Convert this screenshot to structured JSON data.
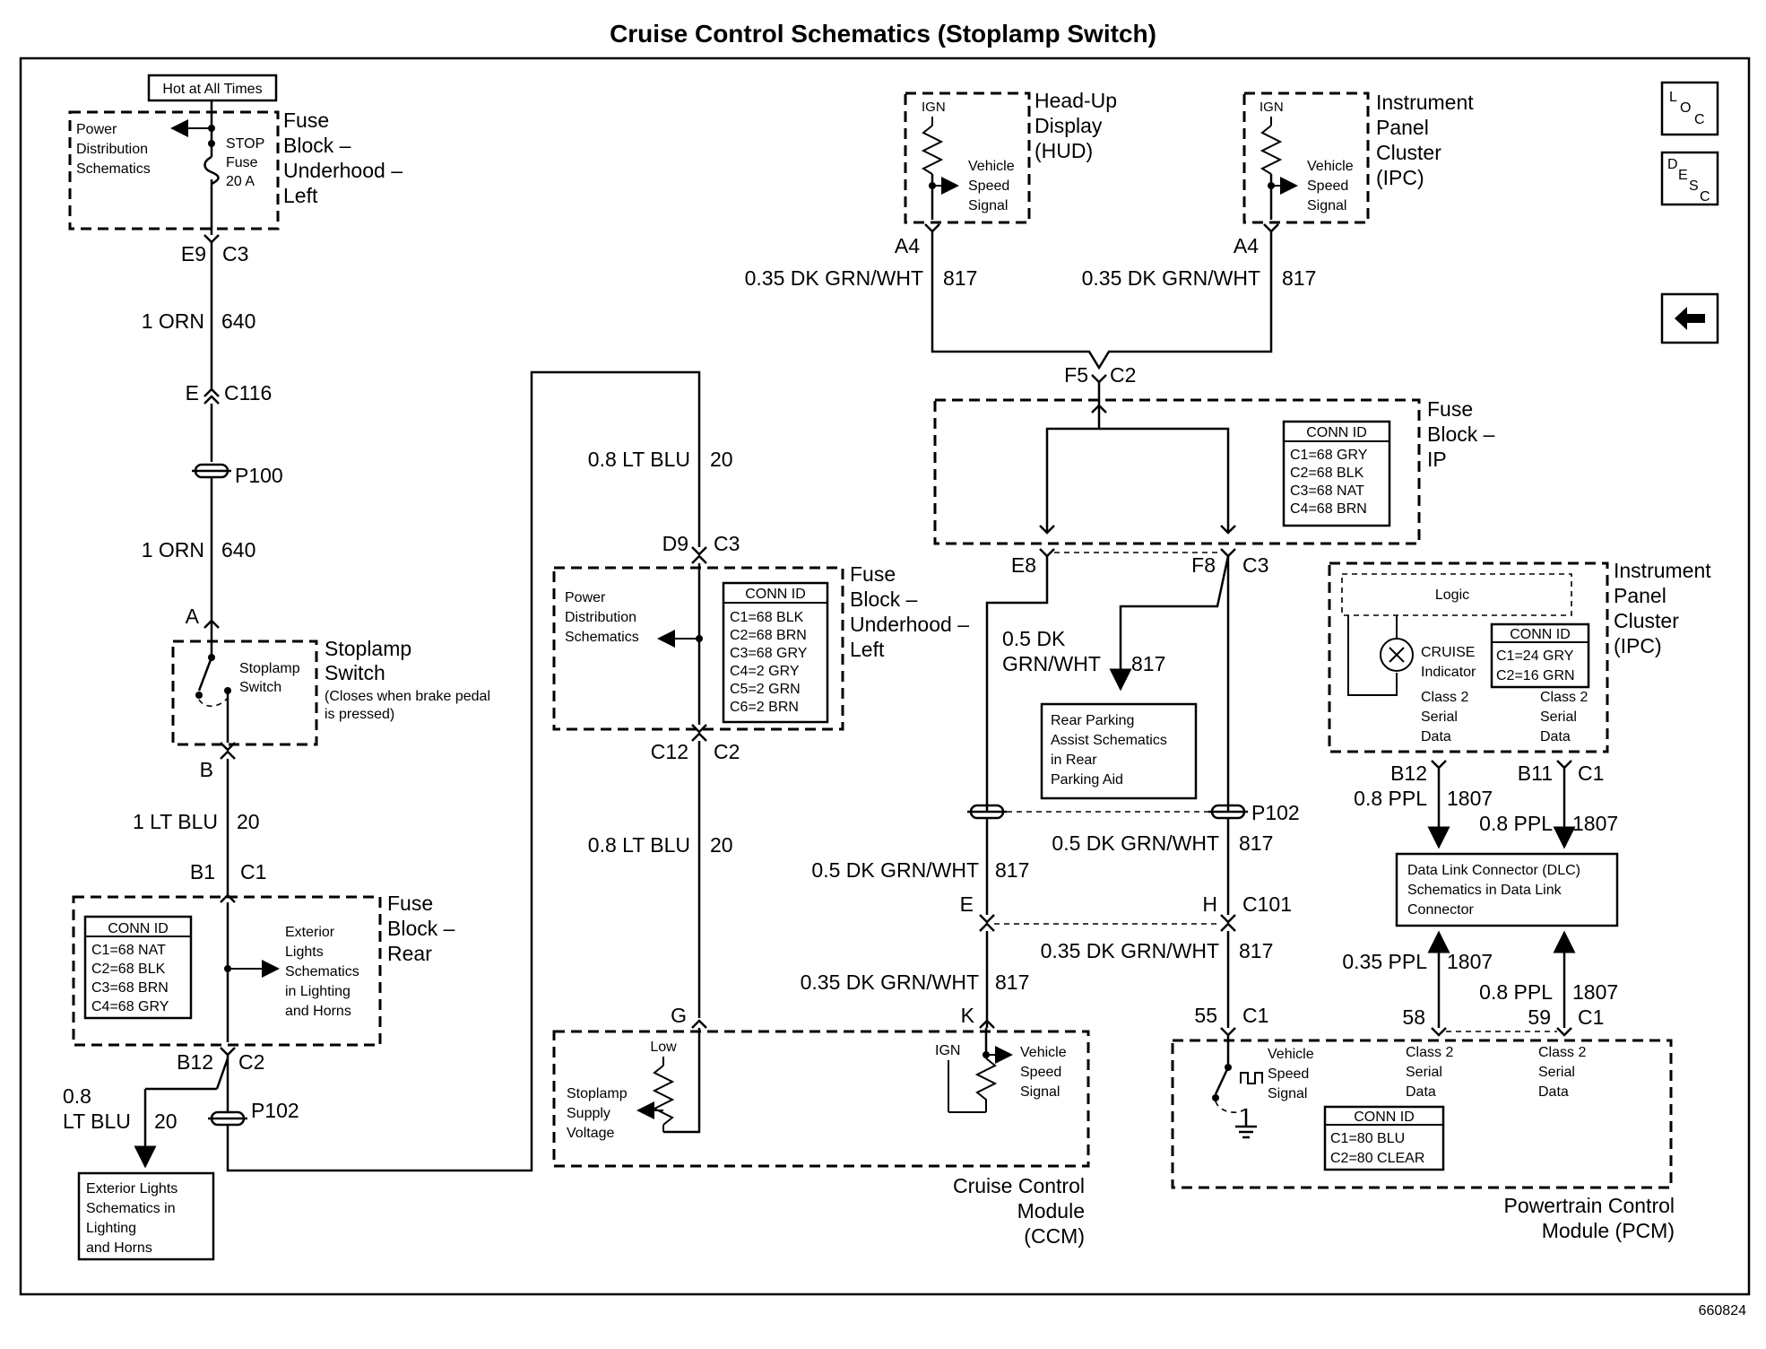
{
  "title": "Cruise Control Schematics (Stoplamp Switch)",
  "figure_id": "660824",
  "nav": {
    "loc": [
      "L",
      "O",
      "C"
    ],
    "desc": [
      "D",
      "E",
      "S",
      "C"
    ]
  },
  "fuse_block_underhood_left": {
    "hot_label": "Hot at All Times",
    "power_dist": [
      "Power",
      "Distribution",
      "Schematics"
    ],
    "fuse": [
      "STOP",
      "Fuse",
      "20 A"
    ],
    "label": [
      "Fuse",
      "Block –",
      "Underhood –",
      "Left"
    ]
  },
  "left_chain": {
    "e9": "E9",
    "c3": "C3",
    "wire1_size": "1 ORN",
    "wire1_circuit": "640",
    "e": "E",
    "c116": "C116",
    "p100": "P100",
    "wire2_size": "1 ORN",
    "wire2_circuit": "640",
    "a": "A",
    "b": "B",
    "wire3_size": "1 LT BLU",
    "wire3_circuit": "20",
    "b1": "B1",
    "c1": "C1",
    "b12": "B12",
    "c2": "C2",
    "p102": "P102",
    "branch_size": [
      "0.8",
      "LT BLU"
    ],
    "branch_circuit": "20"
  },
  "stoplamp_switch": {
    "inner": [
      "Stoplamp",
      "Switch"
    ],
    "label": [
      "Stoplamp",
      "Switch"
    ],
    "note": [
      "(Closes when brake pedal",
      "is pressed)"
    ]
  },
  "fuse_block_rear": {
    "conn_id_title": "CONN ID",
    "conn_ids": [
      "C1=68 NAT",
      "C2=68 BLK",
      "C3=68 BRN",
      "C4=68 GRY"
    ],
    "ext_lights": [
      "Exterior",
      "Lights",
      "Schematics",
      "in Lighting",
      "and Horns"
    ],
    "label": [
      "Fuse",
      "Block –",
      "Rear"
    ]
  },
  "exterior_box": [
    "Exterior Lights",
    "Schematics in",
    "Lighting",
    "and Horns"
  ],
  "middle_chain": {
    "wire_top_size": "0.8 LT BLU",
    "wire_top_circuit": "20",
    "d9": "D9",
    "c3": "C3",
    "c12": "C12",
    "c2": "C2",
    "wire_bot_size": "0.8 LT BLU",
    "wire_bot_circuit": "20",
    "g": "G"
  },
  "fuse_block_underhood_left_2": {
    "power_dist": [
      "Power",
      "Distribution",
      "Schematics"
    ],
    "conn_id_title": "CONN ID",
    "conn_ids": [
      "C1=68 BLK",
      "C2=68 BRN",
      "C3=68 GRY",
      "C4=2 GRY",
      "C5=2 GRN",
      "C6=2 BRN"
    ],
    "label": [
      "Fuse",
      "Block –",
      "Underhood –",
      "Left"
    ]
  },
  "hud": {
    "ign": "IGN",
    "vss": [
      "Vehicle",
      "Speed",
      "Signal"
    ],
    "label": [
      "Head-Up",
      "Display",
      "(HUD)"
    ],
    "pin": "A4",
    "wire_size": "0.35 DK GRN/WHT",
    "wire_circuit": "817"
  },
  "ipc_top": {
    "ign": "IGN",
    "vss": [
      "Vehicle",
      "Speed",
      "Signal"
    ],
    "label": [
      "Instrument",
      "Panel",
      "Cluster",
      "(IPC)"
    ],
    "pin": "A4",
    "wire_size": "0.35 DK GRN/WHT",
    "wire_circuit": "817"
  },
  "fuse_block_ip": {
    "f5": "F5",
    "c2": "C2",
    "conn_id_title": "CONN ID",
    "conn_ids": [
      "C1=68 GRY",
      "C2=68 BLK",
      "C3=68 NAT",
      "C4=68 BRN"
    ],
    "label": [
      "Fuse",
      "Block –",
      "IP"
    ],
    "e8": "E8",
    "f8": "F8",
    "c3": "C3"
  },
  "rpa": {
    "wire_size": [
      "0.5 DK",
      "GRN/WHT"
    ],
    "wire_circuit": "817",
    "box": [
      "Rear Parking",
      "Assist Schematics",
      "in Rear",
      "Parking Aid"
    ]
  },
  "center_lower": {
    "p102": "P102",
    "wire_r_size": "0.5 DK GRN/WHT",
    "wire_r_circuit": "817",
    "wire_l_size": "0.5 DK GRN/WHT",
    "wire_l_circuit": "817",
    "e": "E",
    "h": "H",
    "c101": "C101",
    "wire_r2_size": "0.35 DK GRN/WHT",
    "wire_r2_circuit": "817",
    "wire_l2_size": "0.35 DK GRN/WHT",
    "wire_l2_circuit": "817",
    "k": "K",
    "p55": "55",
    "c1": "C1"
  },
  "ccm": {
    "low": "Low",
    "stoplamp_supply": [
      "Stoplamp",
      "Supply",
      "Voltage"
    ],
    "ign": "IGN",
    "vss": [
      "Vehicle",
      "Speed",
      "Signal"
    ],
    "label": [
      "Cruise Control",
      "Module",
      "(CCM)"
    ]
  },
  "ipc_right": {
    "logic": "Logic",
    "cruise": [
      "CRUISE",
      "Indicator"
    ],
    "conn_id_title": "CONN ID",
    "conn_ids": [
      "C1=24 GRY",
      "C2=16 GRN"
    ],
    "class2_left": [
      "Class 2",
      "Serial",
      "Data"
    ],
    "class2_right": [
      "Class 2",
      "Serial",
      "Data"
    ],
    "label": [
      "Instrument",
      "Panel",
      "Cluster",
      "(IPC)"
    ],
    "b12": "B12",
    "b11": "B11",
    "c1": "C1",
    "wire_l_size": "0.8 PPL",
    "wire_l_circuit": "1807",
    "wire_r_size": "0.8 PPL",
    "wire_r_circuit": "1807"
  },
  "dlc": {
    "box": [
      "Data Link Connector (DLC)",
      "Schematics in Data Link",
      "Connector"
    ],
    "wire_l_size": "0.35 PPL",
    "wire_l_circuit": "1807",
    "wire_r_size": "0.8 PPL",
    "wire_r_circuit": "1807"
  },
  "pcm": {
    "p58": "58",
    "p59": "59",
    "c1": "C1",
    "vss": [
      "Vehicle",
      "Speed",
      "Signal"
    ],
    "class2_left": [
      "Class 2",
      "Serial",
      "Data"
    ],
    "class2_right": [
      "Class 2",
      "Serial",
      "Data"
    ],
    "conn_id_title": "CONN ID",
    "conn_ids": [
      "C1=80 BLU",
      "C2=80 CLEAR"
    ],
    "label": [
      "Powertrain Control",
      "Module (PCM)"
    ]
  }
}
